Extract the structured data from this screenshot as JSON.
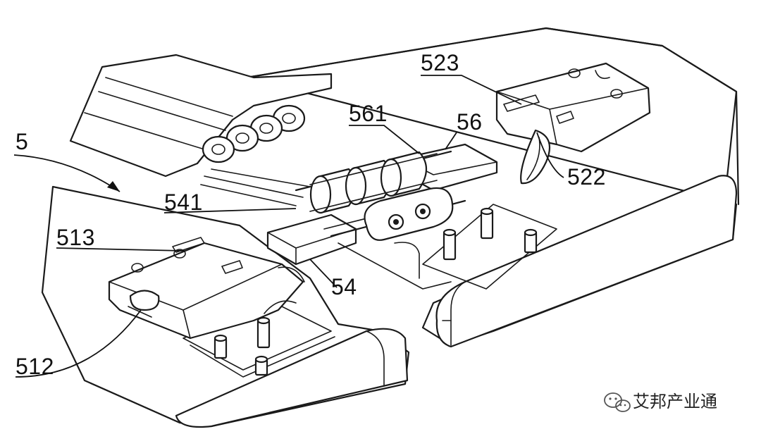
{
  "labels": {
    "l5": "5",
    "l541": "541",
    "l513": "513",
    "l512": "512",
    "l54": "54",
    "l561": "561",
    "l56": "56",
    "l523": "523",
    "l522": "522"
  },
  "watermark": {
    "text": "艾邦产业通",
    "icon": "wechat-icon"
  },
  "colors": {
    "line": "#1a1a1a",
    "background": "#ffffff"
  }
}
